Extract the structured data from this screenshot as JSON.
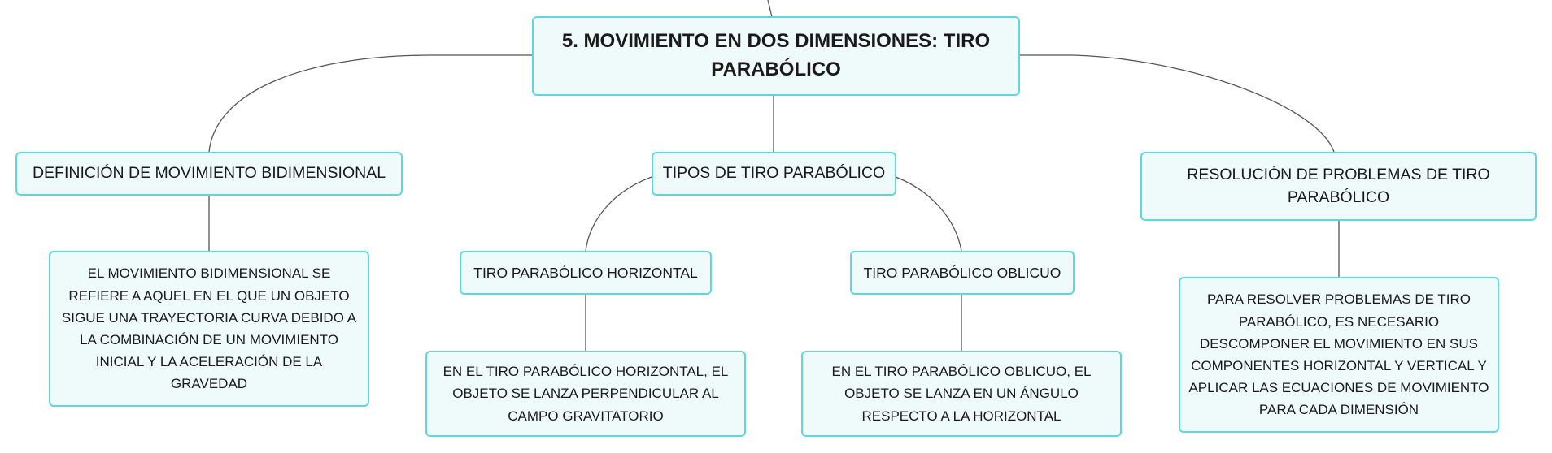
{
  "root": {
    "title": "5. MOVIMIENTO EN DOS DIMENSIONES: TIRO PARABÓLICO"
  },
  "branches": {
    "definicion": {
      "title": "DEFINICIÓN DE MOVIMIENTO BIDIMENSIONAL",
      "text": "EL MOVIMIENTO BIDIMENSIONAL SE REFIERE A AQUEL EN EL QUE UN OBJETO SIGUE UNA TRAYECTORIA CURVA DEBIDO A LA COMBINACIÓN DE UN MOVIMIENTO INICIAL Y LA ACELERACIÓN DE LA GRAVEDAD"
    },
    "tipos": {
      "title": "TIPOS DE TIRO PARABÓLICO",
      "horizontal": {
        "title": "TIRO PARABÓLICO HORIZONTAL",
        "text": "EN EL TIRO PARABÓLICO HORIZONTAL, EL OBJETO SE LANZA PERPENDICULAR AL CAMPO GRAVITATORIO"
      },
      "oblicuo": {
        "title": "TIRO PARABÓLICO OBLICUO",
        "text": "EN EL TIRO PARABÓLICO OBLICUO, EL OBJETO SE LANZA EN UN ÁNGULO RESPECTO A LA HORIZONTAL"
      }
    },
    "resolucion": {
      "title": "RESOLUCIÓN DE PROBLEMAS DE TIRO PARABÓLICO",
      "text": "PARA RESOLVER PROBLEMAS DE TIRO PARABÓLICO, ES NECESARIO DESCOMPONER EL MOVIMIENTO EN SUS COMPONENTES HORIZONTAL Y VERTICAL Y APLICAR LAS ECUACIONES DE MOVIMIENTO PARA CADA DIMENSIÓN"
    }
  },
  "colors": {
    "node_border": "#5fd8dc",
    "node_fill": "#effbfb",
    "connector": "#555555"
  }
}
